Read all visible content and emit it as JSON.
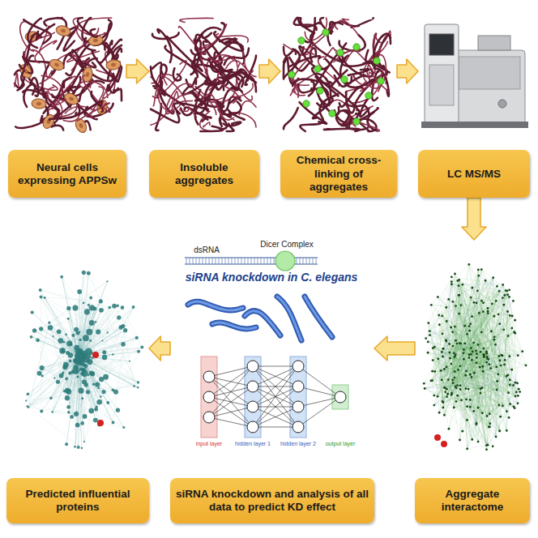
{
  "diagram": {
    "nodes": [
      {
        "text": [
          "Neural cells expressing APPSw"
        ]
      },
      {
        "text": [
          "Insoluble aggregates"
        ]
      },
      {
        "text": [
          "Chemical cross-linking of aggregates"
        ]
      },
      {
        "text": [
          "LC MS/MS"
        ]
      },
      {
        "text": [
          "Aggregate interactome"
        ]
      },
      {
        "text": [
          "siRNA knockdown and analysis of all data to predict KD effect"
        ]
      },
      {
        "text": [
          "Predicted influential proteins"
        ]
      }
    ],
    "edges": [
      {
        "from": 0,
        "to": 1,
        "arrow": "to"
      },
      {
        "from": 1,
        "to": 2,
        "arrow": "to"
      },
      {
        "from": 2,
        "to": 3,
        "arrow": "to"
      },
      {
        "from": 3,
        "to": 4,
        "arrow": "to"
      },
      {
        "from": 4,
        "to": 5,
        "arrow": "to"
      },
      {
        "from": 5,
        "to": 6,
        "arrow": "to"
      }
    ],
    "labels": [
      "dsRNA",
      "Dicer Complex",
      "siRNA knockdown in C. elegans",
      "input layer",
      "hidden layer 1",
      "hidden layer 2",
      "output layer"
    ]
  }
}
